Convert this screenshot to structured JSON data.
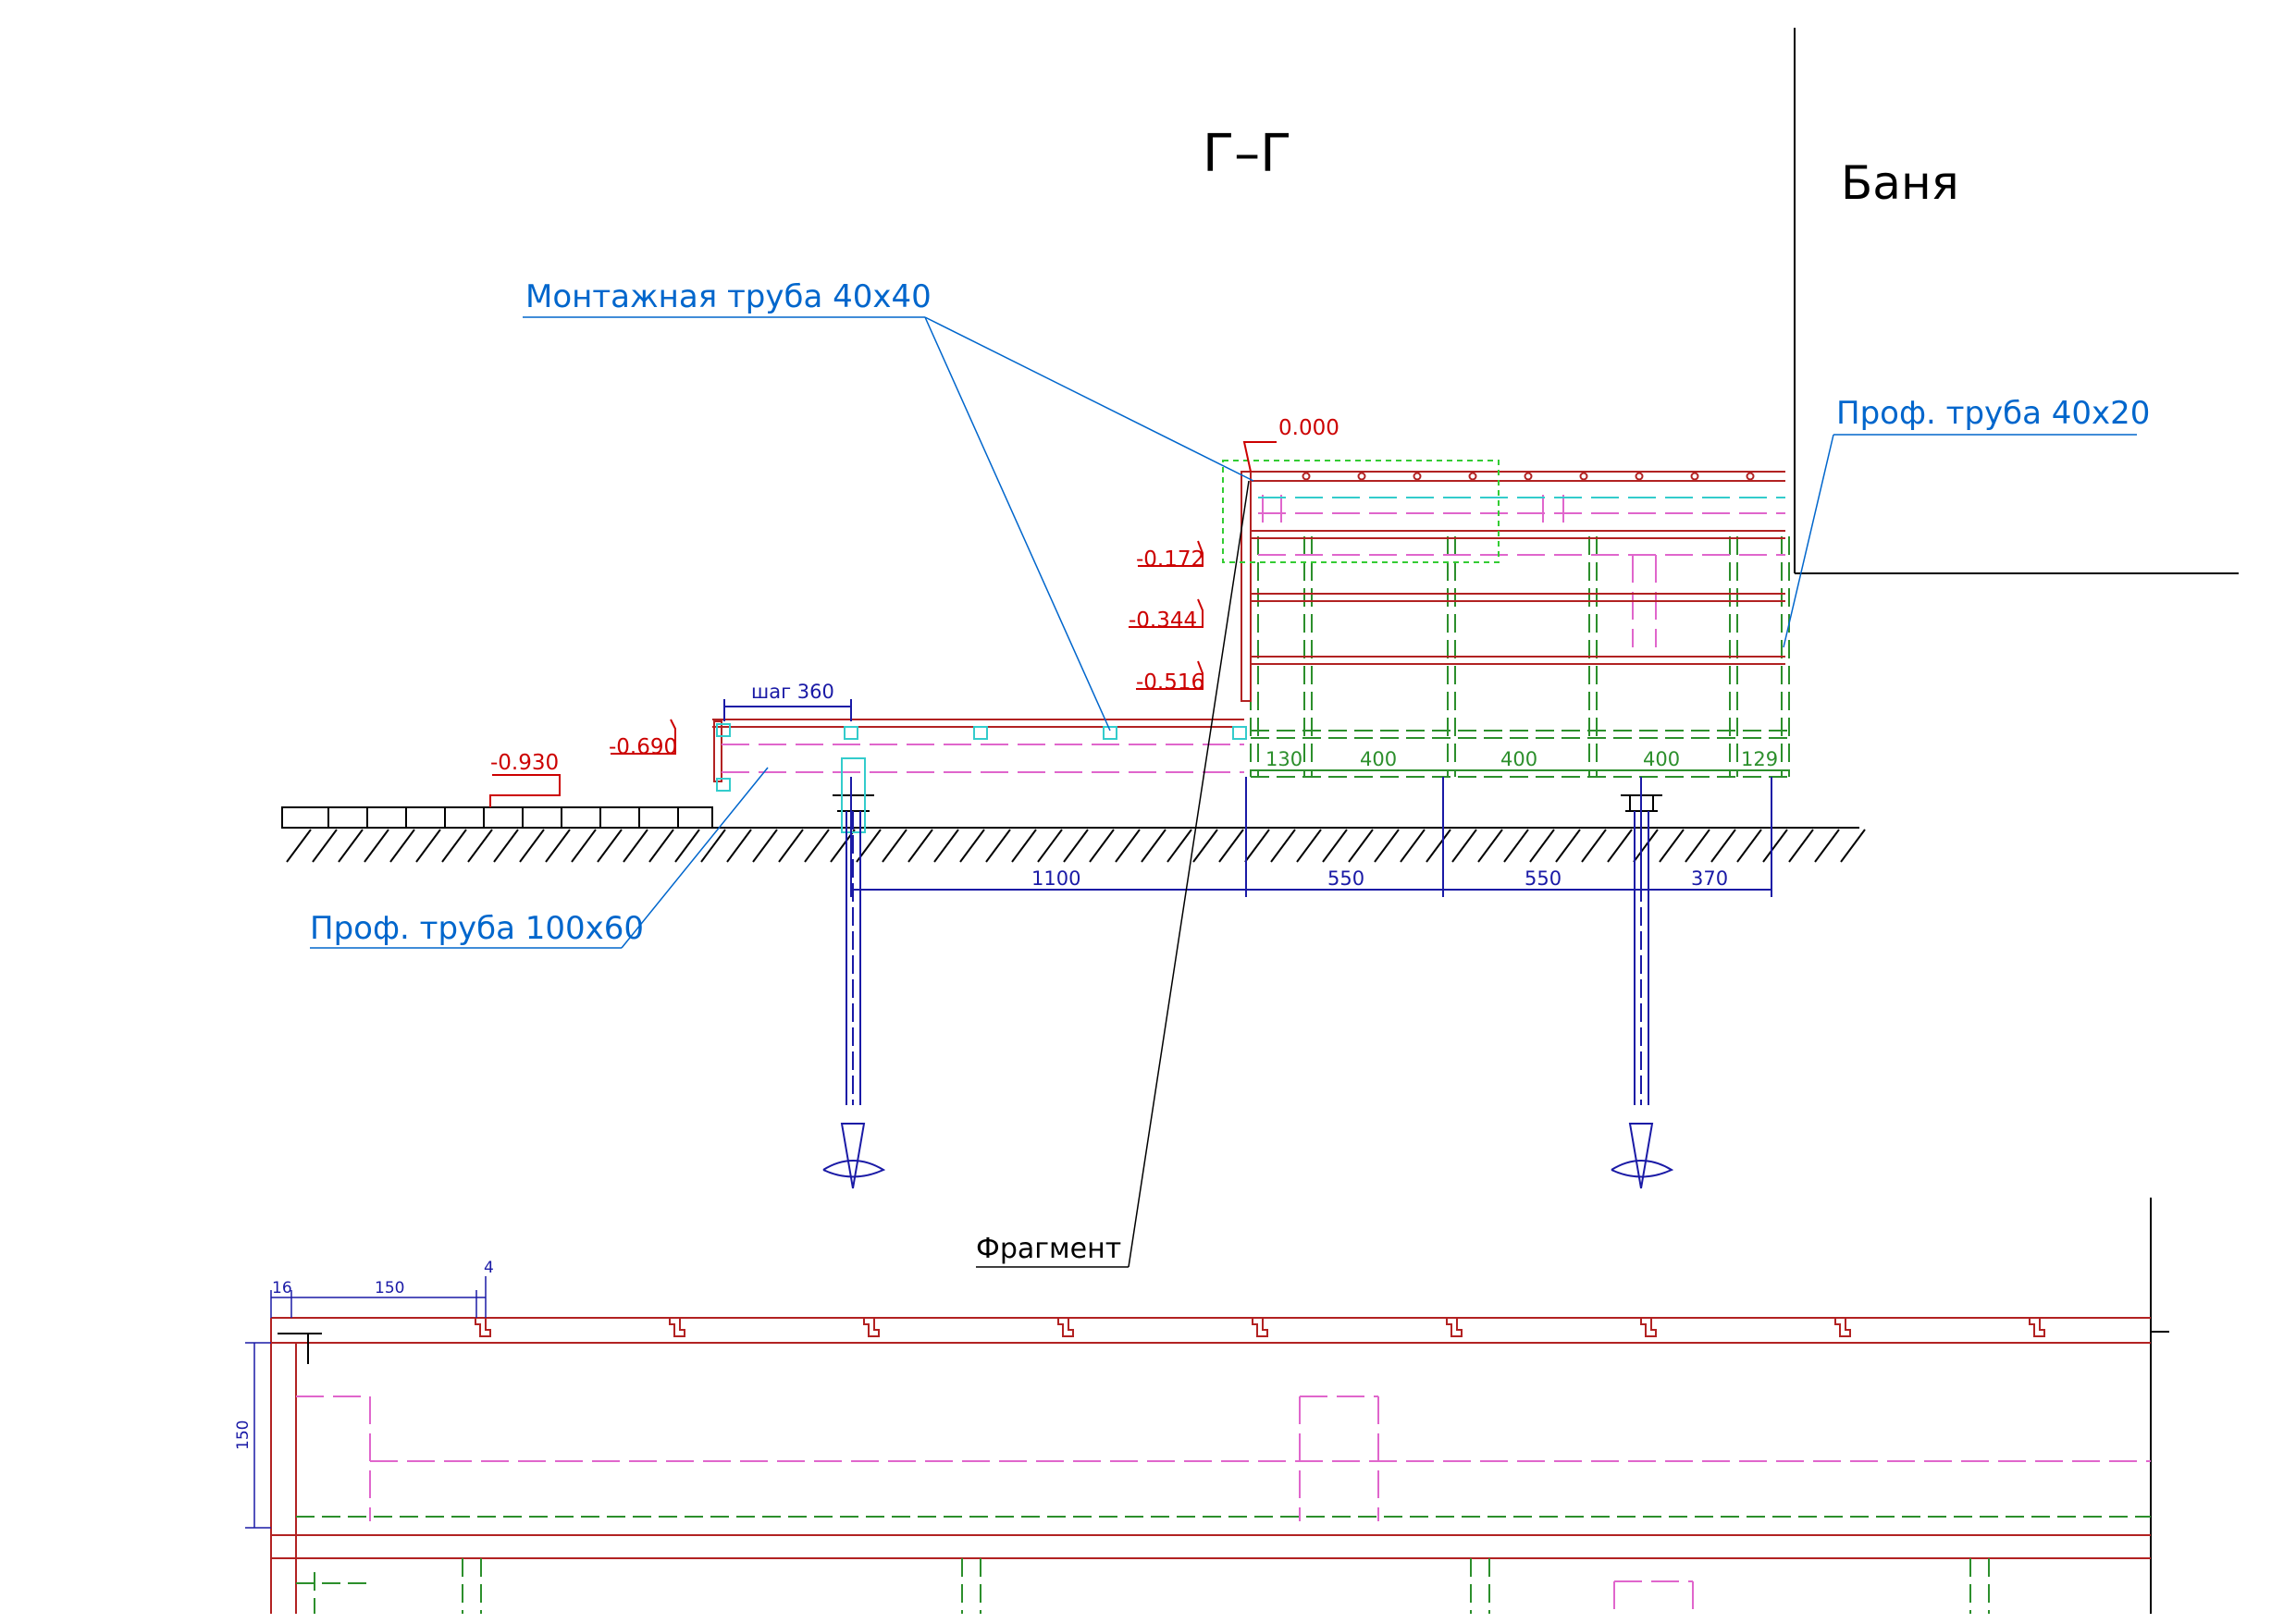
{
  "section_title": "Г–Г",
  "building_label": "Баня",
  "callouts": {
    "mounting_pipe": "Монтажная труба 40х40",
    "prof_pipe_40x20": "Проф. труба 40х20",
    "prof_pipe_100x60": "Проф. труба 100х60",
    "fragment": "Фрагмент"
  },
  "elevations": {
    "e0": "0.000",
    "e1": "-0.172",
    "e2": "-0.344",
    "e3": "-0.516",
    "e4": "-0.690",
    "e5": "-0.930"
  },
  "step_label": "шаг 360",
  "dims_upper": [
    "130",
    "400",
    "400",
    "400",
    "129"
  ],
  "dims_lower": [
    "1100",
    "550",
    "550",
    "370"
  ],
  "fragment_dims": {
    "d16": "16",
    "d150": "150",
    "d4": "4",
    "d150v": "150"
  },
  "colors": {
    "frame": "#b22222",
    "joists": "#2c8f2c",
    "hidden": "#e066cc",
    "dims": "#1a1aa6",
    "callouts": "#0066cc",
    "elevations": "#cc0000"
  }
}
